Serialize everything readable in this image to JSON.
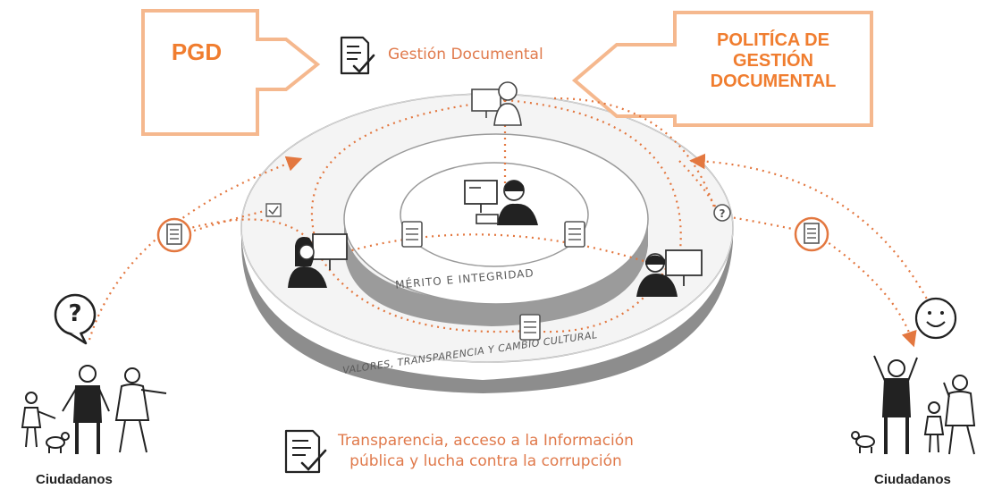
{
  "callouts": {
    "pgd": "PGD",
    "policy": [
      "POLITÍCA DE",
      "GESTIÓN",
      "DOCUMENTAL"
    ]
  },
  "labels": {
    "gestion_documental": "Gestión Documental",
    "ring_inner": "MÉRITO   E   INTEGRIDAD",
    "ring_outer": "VALORES, TRANSPARENCIA Y CAMBIO CULTURAL",
    "transparencia": [
      "Transparencia, acceso a la Información",
      "pública y lucha contra la corrupción"
    ],
    "citizens_left": "Ciudadanos",
    "citizens_right": "Ciudadanos"
  },
  "symbols": {
    "question": "?",
    "smile": "☺"
  },
  "colors": {
    "accent_orange": "#f07d2f",
    "callout_border": "#f5b88e",
    "dotted_orange": "#e3773f",
    "ring_gray": "#9a9a9a",
    "ring_light": "#f2f2f2"
  }
}
